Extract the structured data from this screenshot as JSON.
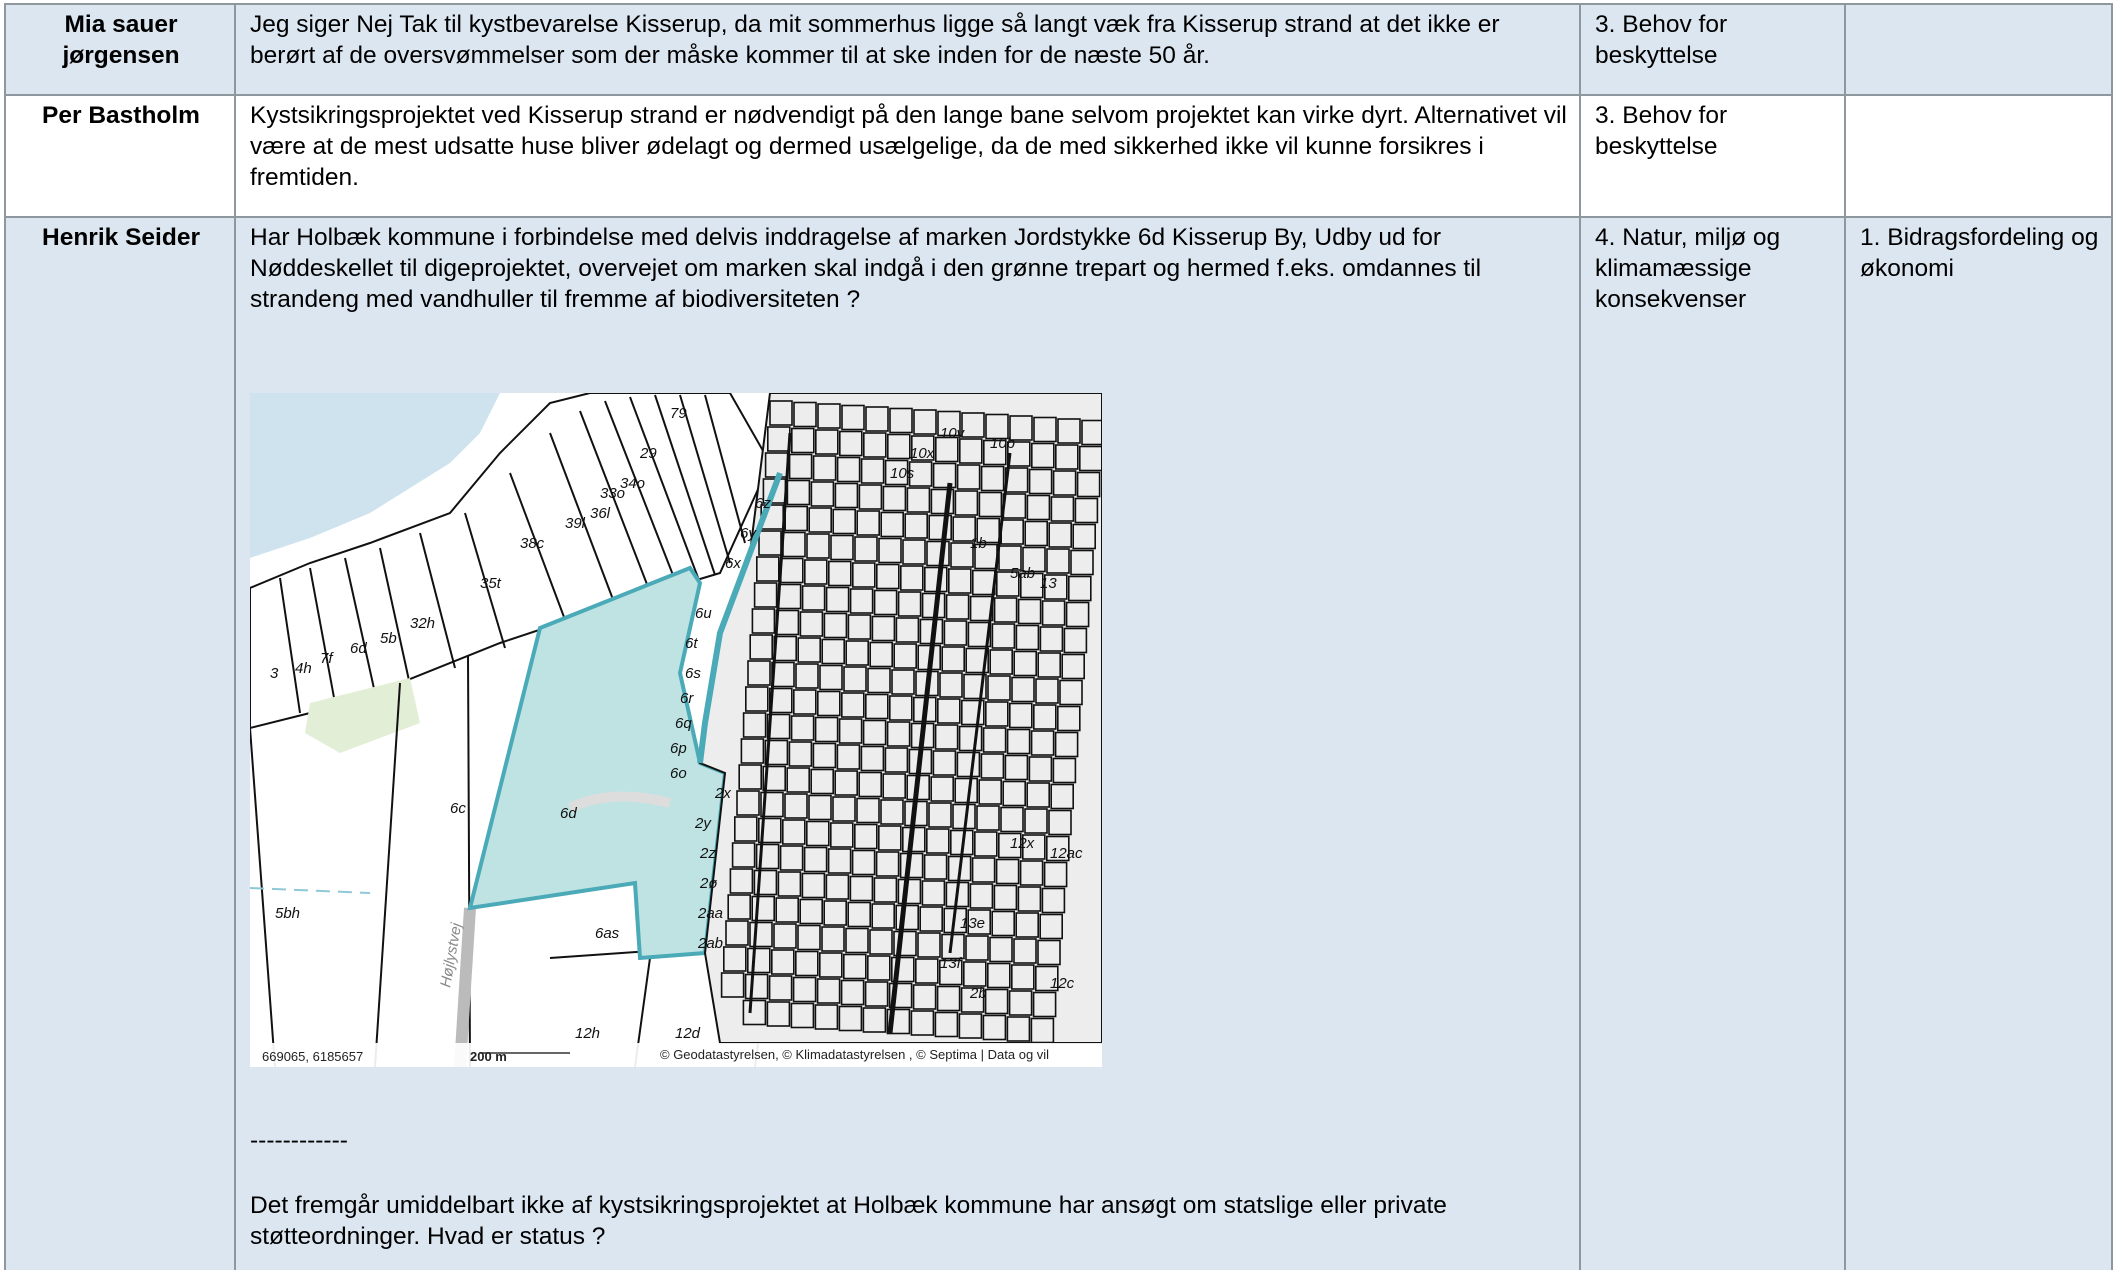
{
  "rows": [
    {
      "name": "Mia sauer jørgensen",
      "comment": "Jeg siger Nej Tak til kystbevarelse Kisserup, da mit sommerhus ligge så langt væk fra Kisserup strand at det ikke er berørt af de oversvømmelser som der måske kommer til at ske inden for de næste 50 år.",
      "category1": "3. Behov for beskyttelse",
      "category2": ""
    },
    {
      "name": "Per Bastholm",
      "comment": "Kystsikringsprojektet ved Kisserup strand er nødvendigt på den lange bane selvom projektet kan virke dyrt. Alternativet vil være at de mest udsatte huse bliver ødelagt og dermed usælgelige, da de med sikkerhed ikke vil kunne forsikres i fremtiden.",
      "category1": "3. Behov for beskyttelse",
      "category2": ""
    },
    {
      "name": "Henrik Seider",
      "comment": "Har Holbæk kommune i forbindelse med delvis inddragelse af marken Jordstykke 6d Kisserup By, Udby ud for Nøddeskellet til digeprojektet, overvejet om marken skal indgå i den grønne trepart og hermed f.eks. omdannes til strandeng med vandhuller til fremme af biodiversiteten ?",
      "separator": "------------",
      "comment2": "Det fremgår umiddelbart ikke af kystsikringsprojektet at Holbæk kommune har ansøgt om statslige eller private støtteordninger. Hvad er status ?",
      "category1": "4. Natur, miljø og klimamæssige konsekvenser",
      "category2": "1. Bidragsfordeling og økonomi"
    }
  ],
  "map": {
    "parcel_labels": [
      "79",
      "35t",
      "38c",
      "39l",
      "36l",
      "33o",
      "34o",
      "29",
      "32h",
      "5b",
      "6d",
      "7f",
      "4h",
      "3",
      "6c",
      "6d",
      "5bh",
      "6as",
      "12h",
      "12d",
      "Højlystvej",
      "6z",
      "6y",
      "6x",
      "6u",
      "6t",
      "6s",
      "6r",
      "6q",
      "6p",
      "6o",
      "2x",
      "2y",
      "2z",
      "2ø",
      "2aa",
      "2ab",
      "10v",
      "10x",
      "10s",
      "10b",
      "1b",
      "5ab",
      "13",
      "12x",
      "12ac",
      "13e",
      "13f",
      "2b",
      "12c"
    ],
    "coordinates": "669065, 6185657",
    "scale": "200 m",
    "attribution": "© Geodatastyrelsen, © Klimadatastyrelsen , © Septima | Data og vil",
    "colors": {
      "water": "#cfe3ee",
      "highlight": "#bfe3e3",
      "highlight_border": "#4aaab7",
      "green": "#e3eed6",
      "urban": "#ededed"
    }
  }
}
